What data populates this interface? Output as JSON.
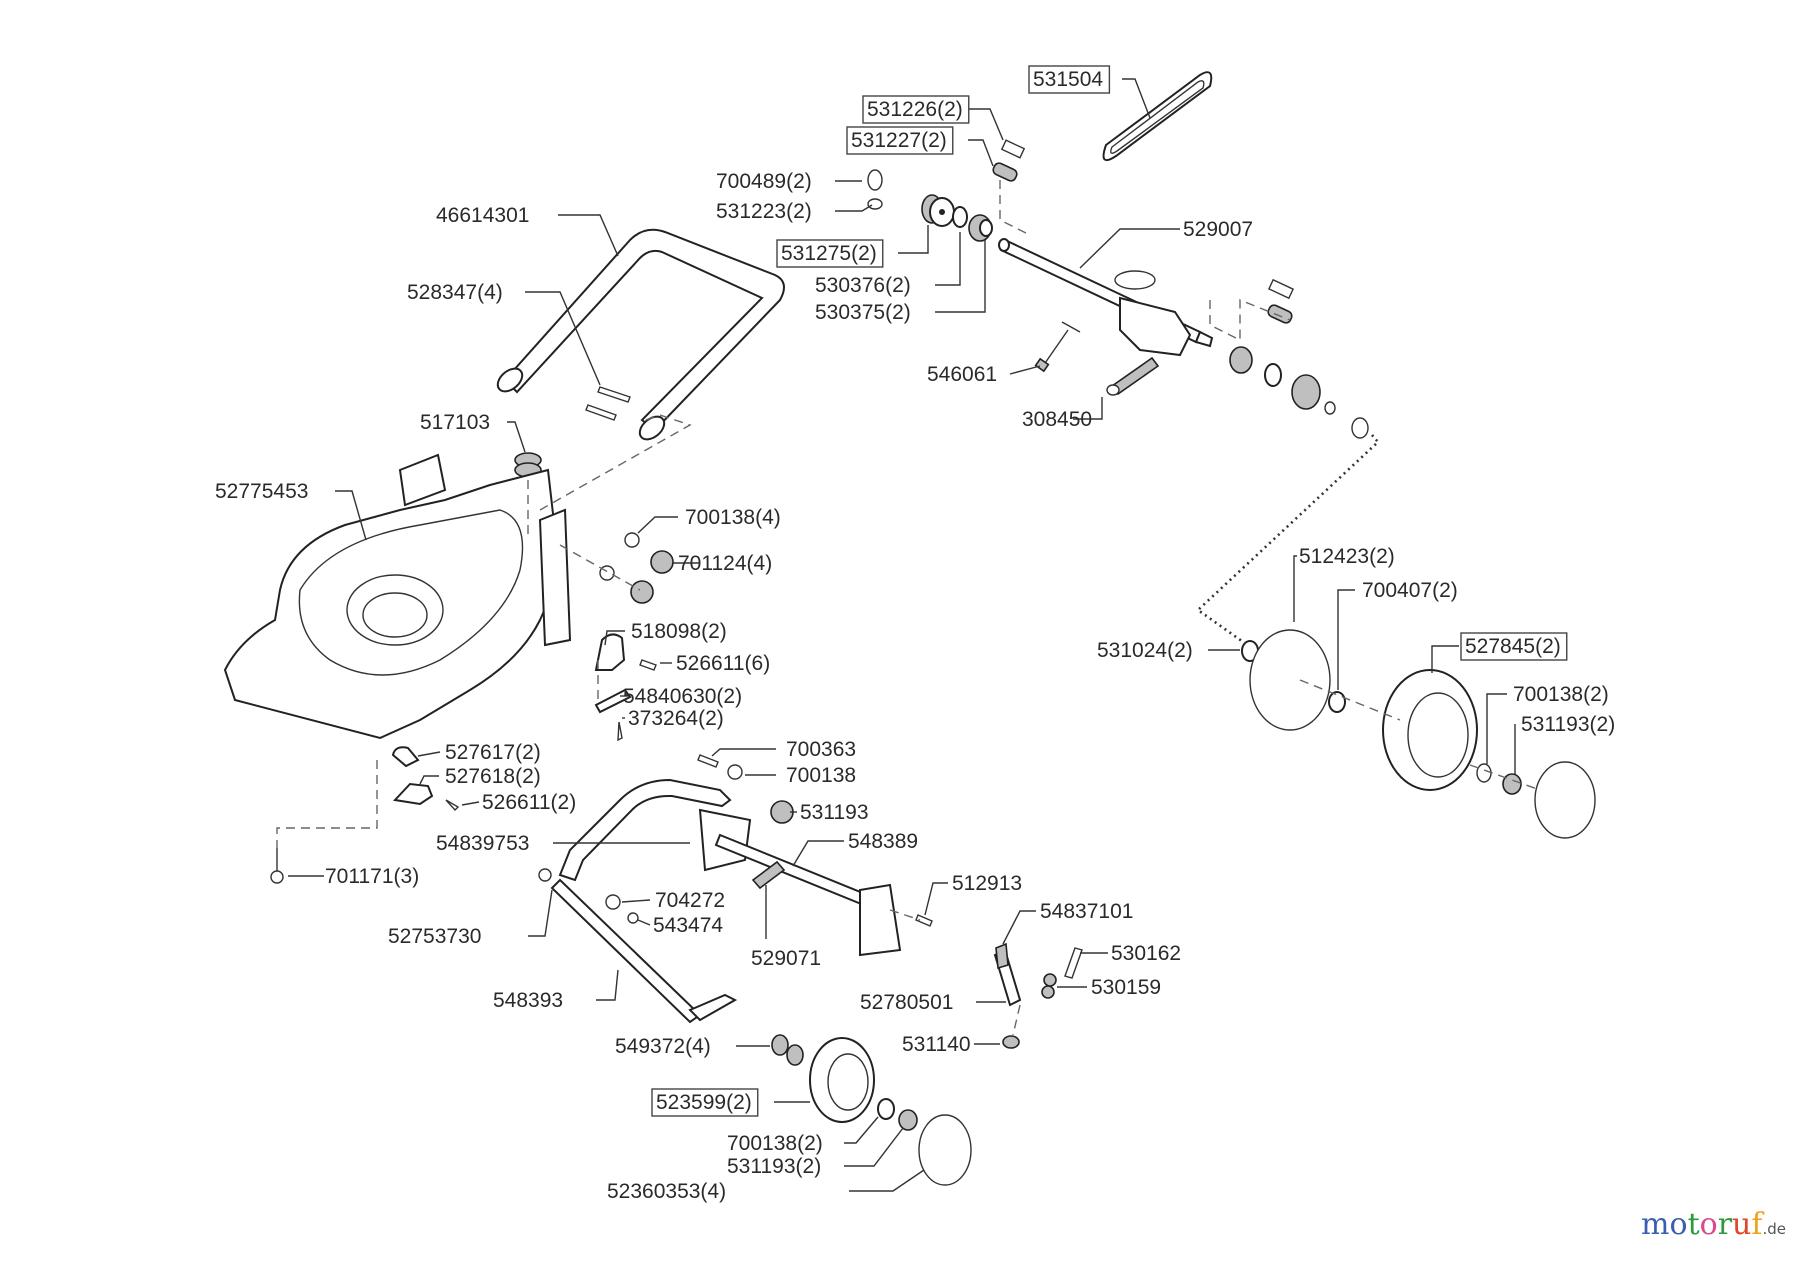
{
  "diagram": {
    "title": "Lawn mower exploded parts diagram",
    "labels": [
      {
        "id": "531504",
        "text": "531504",
        "boxed": true
      },
      {
        "id": "531226",
        "text": "531226(2)",
        "boxed": true
      },
      {
        "id": "531227",
        "text": "531227(2)",
        "boxed": true
      },
      {
        "id": "700489",
        "text": "700489(2)",
        "boxed": false
      },
      {
        "id": "531223",
        "text": "531223(2)",
        "boxed": false
      },
      {
        "id": "46614301",
        "text": "46614301",
        "boxed": false
      },
      {
        "id": "531275",
        "text": "531275(2)",
        "boxed": true
      },
      {
        "id": "529007",
        "text": "529007",
        "boxed": false
      },
      {
        "id": "528347",
        "text": "528347(4)",
        "boxed": false
      },
      {
        "id": "530376",
        "text": "530376(2)",
        "boxed": false
      },
      {
        "id": "530375",
        "text": "530375(2)",
        "boxed": false
      },
      {
        "id": "546061",
        "text": "546061",
        "boxed": false
      },
      {
        "id": "308450",
        "text": "308450",
        "boxed": false
      },
      {
        "id": "517103",
        "text": "517103",
        "boxed": false
      },
      {
        "id": "52775453",
        "text": "52775453",
        "boxed": false
      },
      {
        "id": "700138-4",
        "text": "700138(4)",
        "boxed": false
      },
      {
        "id": "701124",
        "text": "701124(4)",
        "boxed": false
      },
      {
        "id": "512423",
        "text": "512423(2)",
        "boxed": false
      },
      {
        "id": "700407",
        "text": "700407(2)",
        "boxed": false
      },
      {
        "id": "518098",
        "text": "518098(2)",
        "boxed": false
      },
      {
        "id": "526611-6",
        "text": "526611(6)",
        "boxed": false
      },
      {
        "id": "531024",
        "text": "531024(2)",
        "boxed": false
      },
      {
        "id": "527845",
        "text": "527845(2)",
        "boxed": true
      },
      {
        "id": "54840630",
        "text": "54840630(2)",
        "boxed": false
      },
      {
        "id": "373264",
        "text": "373264(2)",
        "boxed": false
      },
      {
        "id": "700138-r",
        "text": "700138(2)",
        "boxed": false
      },
      {
        "id": "531193-r",
        "text": "531193(2)",
        "boxed": false
      },
      {
        "id": "527617",
        "text": "527617(2)",
        "boxed": false
      },
      {
        "id": "527618",
        "text": "527618(2)",
        "boxed": false
      },
      {
        "id": "700363",
        "text": "700363",
        "boxed": false
      },
      {
        "id": "700138",
        "text": "700138",
        "boxed": false
      },
      {
        "id": "526611-2",
        "text": "526611(2)",
        "boxed": false
      },
      {
        "id": "531193",
        "text": "531193",
        "boxed": false
      },
      {
        "id": "54839753",
        "text": "54839753",
        "boxed": false
      },
      {
        "id": "548389",
        "text": "548389",
        "boxed": false
      },
      {
        "id": "701171",
        "text": "701171(3)",
        "boxed": false
      },
      {
        "id": "704272",
        "text": "704272",
        "boxed": false
      },
      {
        "id": "512913",
        "text": "512913",
        "boxed": false
      },
      {
        "id": "543474",
        "text": "543474",
        "boxed": false
      },
      {
        "id": "54837101",
        "text": "54837101",
        "boxed": false
      },
      {
        "id": "52753730",
        "text": "52753730",
        "boxed": false
      },
      {
        "id": "529071",
        "text": "529071",
        "boxed": false
      },
      {
        "id": "530162",
        "text": "530162",
        "boxed": false
      },
      {
        "id": "530159",
        "text": "530159",
        "boxed": false
      },
      {
        "id": "548393",
        "text": "548393",
        "boxed": false
      },
      {
        "id": "52780501",
        "text": "52780501",
        "boxed": false
      },
      {
        "id": "549372",
        "text": "549372(4)",
        "boxed": false
      },
      {
        "id": "531140",
        "text": "531140",
        "boxed": false
      },
      {
        "id": "523599",
        "text": "523599(2)",
        "boxed": true
      },
      {
        "id": "700138-f",
        "text": "700138(2)",
        "boxed": false
      },
      {
        "id": "531193-f",
        "text": "531193(2)",
        "boxed": false
      },
      {
        "id": "52360353",
        "text": "52360353(4)",
        "boxed": false
      }
    ]
  },
  "watermark": {
    "letters": [
      {
        "ch": "m",
        "color": "#3a5fb0"
      },
      {
        "ch": "o",
        "color": "#3a5fb0"
      },
      {
        "ch": "t",
        "color": "#2e9a3e"
      },
      {
        "ch": "o",
        "color": "#d94a8c"
      },
      {
        "ch": "r",
        "color": "#2e9a3e"
      },
      {
        "ch": "u",
        "color": "#e0462b"
      },
      {
        "ch": "f",
        "color": "#f0a21a"
      }
    ],
    "tld": ".de"
  }
}
